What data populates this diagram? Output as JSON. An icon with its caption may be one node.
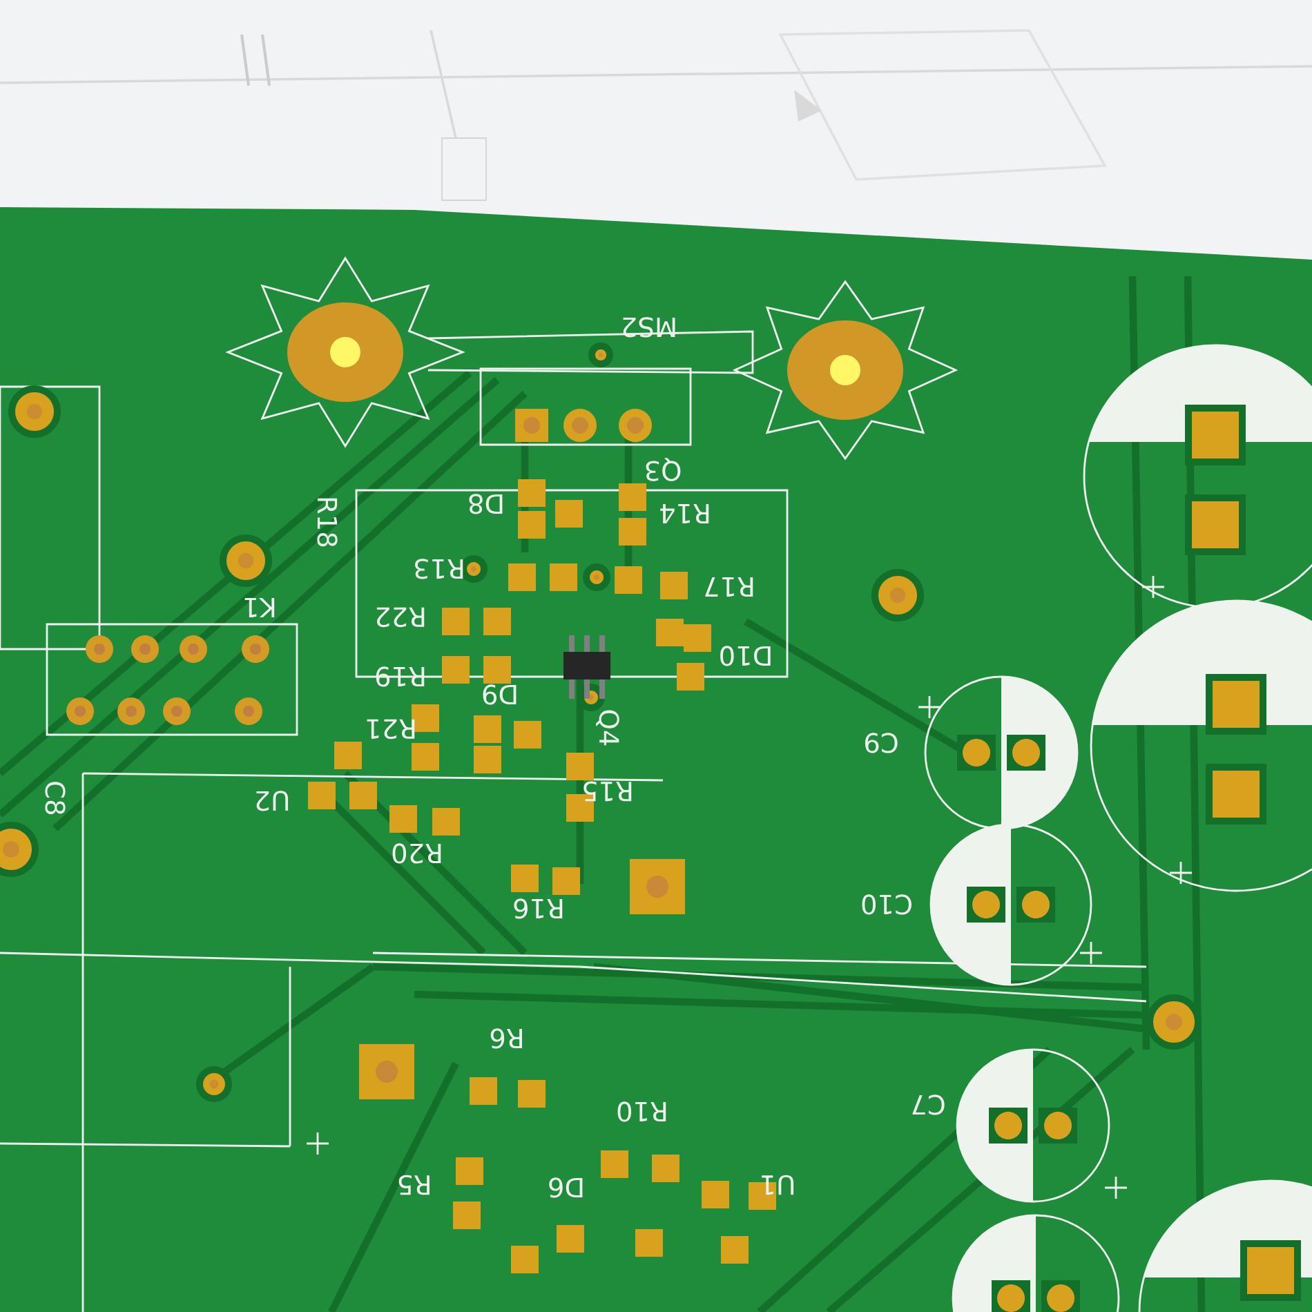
{
  "diagram": {
    "labels": [
      "MS2",
      "Q3",
      "D8",
      "R14",
      "R18",
      "R13",
      "R17",
      "K1",
      "R22",
      "D10",
      "R19",
      "D9",
      "Q4",
      "R21",
      "C9",
      "U2",
      "R15",
      "C8",
      "R20",
      "C10",
      "R16",
      "R6",
      "R10",
      "R5",
      "D6",
      "U1",
      "C7"
    ]
  }
}
